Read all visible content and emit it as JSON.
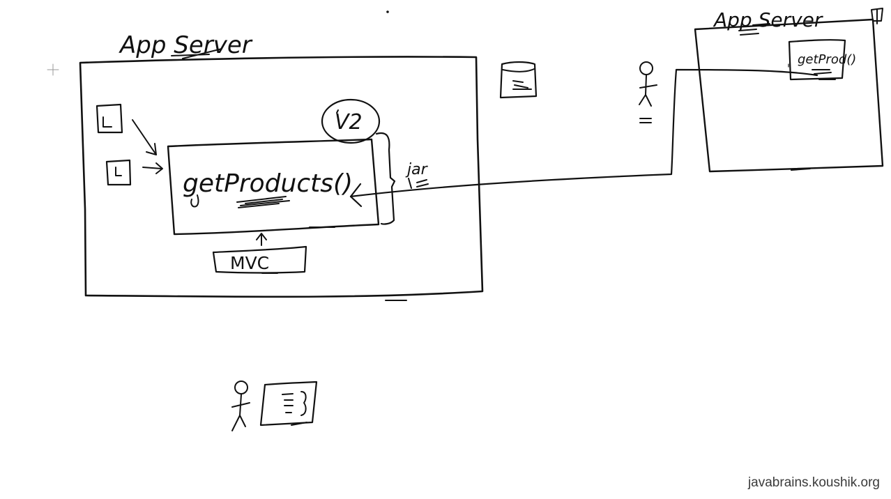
{
  "diagram": {
    "left_server": {
      "title": "App Server",
      "method": "getProducts()",
      "version": "V2",
      "package": "jar",
      "framework": "MVC"
    },
    "right_server": {
      "title": "App Server",
      "method": "getProd()"
    }
  },
  "footer": {
    "credit": "javabrains.koushik.org"
  }
}
